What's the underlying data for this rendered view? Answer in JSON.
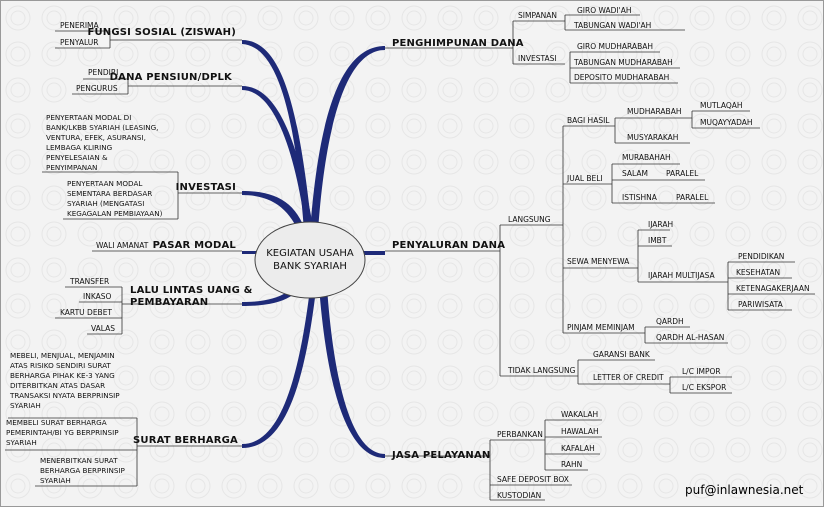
{
  "center": {
    "line1": "KEGIATAN USAHA",
    "line2": "BANK SYARIAH"
  },
  "credit": "puf@inlawnesia.net",
  "left": {
    "ziswah": {
      "title": "FUNGSI SOSIAL (ZISWAH)",
      "items": [
        "PENERIMA",
        "PENYALUR"
      ]
    },
    "pensiun": {
      "title": "DANA PENSIUN/DPLK",
      "items": [
        "PENDIRI",
        "PENGURUS"
      ]
    },
    "investasi": {
      "title": "INVESTASI",
      "item1": [
        "PENYERTAAN MODAL DI",
        "BANK/LKBB SYARIAH (LEASING,",
        "VENTURA, EFEK, ASURANSI,",
        "LEMBAGA KLIRING",
        "PENYELESAIAN &",
        "PENYIMPANAN"
      ],
      "item2": [
        "PENYERTAAN MODAL",
        "SEMENTARA BERDASAR",
        "SYARIAH (MENGATASI",
        "KEGAGALAN PEMBIAYAAN)"
      ]
    },
    "pasar_modal": {
      "title": "PASAR MODAL",
      "items": [
        "WALI AMANAT"
      ]
    },
    "lalu_lintas": {
      "title": [
        "LALU LINTAS UANG &",
        "PEMBAYARAN"
      ],
      "items": [
        "TRANSFER",
        "INKASO",
        "KARTU DEBET",
        "VALAS"
      ]
    },
    "surat_berharga": {
      "title": "SURAT BERHARGA",
      "item1": [
        "MEBELI, MENJUAL, MENJAMIN",
        "ATAS RISIKO SENDIRI SURAT",
        "BERHARGA PIHAK KE-3 YANG",
        "DITERBITKAN ATAS DASAR",
        "TRANSAKSI NYATA BERPRINSIP",
        "SYARIAH"
      ],
      "item2": [
        "MEMBELI SURAT BERHARGA",
        "PEMERINTAH/BI YG BERPRINSIP",
        "SYARIAH"
      ],
      "item3": [
        "MENERBITKAN SURAT",
        "BERHARGA BERPRINSIP",
        "SYARIAH"
      ]
    }
  },
  "right": {
    "penghimpunan": {
      "title": "PENGHIMPUNAN DANA",
      "simpanan": {
        "label": "SIMPANAN",
        "items": [
          "GIRO WADI'AH",
          "TABUNGAN WADI'AH"
        ]
      },
      "investasi": {
        "label": "INVESTASI",
        "items": [
          "GIRO MUDHARABAH",
          "TABUNGAN MUDHARABAH",
          "DEPOSITO MUDHARABAH"
        ]
      }
    },
    "penyaluran": {
      "title": "PENYALURAN DANA",
      "langsung": "LANGSUNG",
      "bagi_hasil": {
        "label": "BAGI HASIL",
        "mudharabah": "MUDHARABAH",
        "mud_items": [
          "MUTLAQAH",
          "MUQAYYADAH"
        ],
        "musyarakah": "MUSYARAKAH"
      },
      "jual_beli": {
        "label": "JUAL BELI",
        "murabahah": "MURABAHAH",
        "salam": "SALAM",
        "istishna": "ISTISHNA",
        "paralel1": "PARALEL",
        "paralel2": "PARALEL"
      },
      "sewa": {
        "label": "SEWA MENYEWA",
        "ijarah": "IJARAH",
        "imbt": "IMBT",
        "multijasa": "IJARAH MULTIJASA",
        "mj_items": [
          "PENDIDIKAN",
          "KESEHATAN",
          "KETENAGAKERJAAN",
          "PARIWISATA"
        ]
      },
      "pinjam": {
        "label": "PINJAM MEMINJAM",
        "items": [
          "QARDH",
          "QARDH AL-HASAN"
        ]
      },
      "tidak_langsung": {
        "label": "TIDAK LANGSUNG",
        "garansi": "GARANSI BANK",
        "loc": "LETTER OF CREDIT",
        "loc_items": [
          "L/C IMPOR",
          "L/C EKSPOR"
        ]
      }
    },
    "jasa": {
      "title": "JASA PELAYANAN",
      "perbankan": {
        "label": "PERBANKAN",
        "items": [
          "WAKALAH",
          "HAWALAH",
          "KAFALAH",
          "RAHN"
        ]
      },
      "sdb": "SAFE DEPOSIT BOX",
      "kustodian": "KUSTODIAN"
    }
  }
}
